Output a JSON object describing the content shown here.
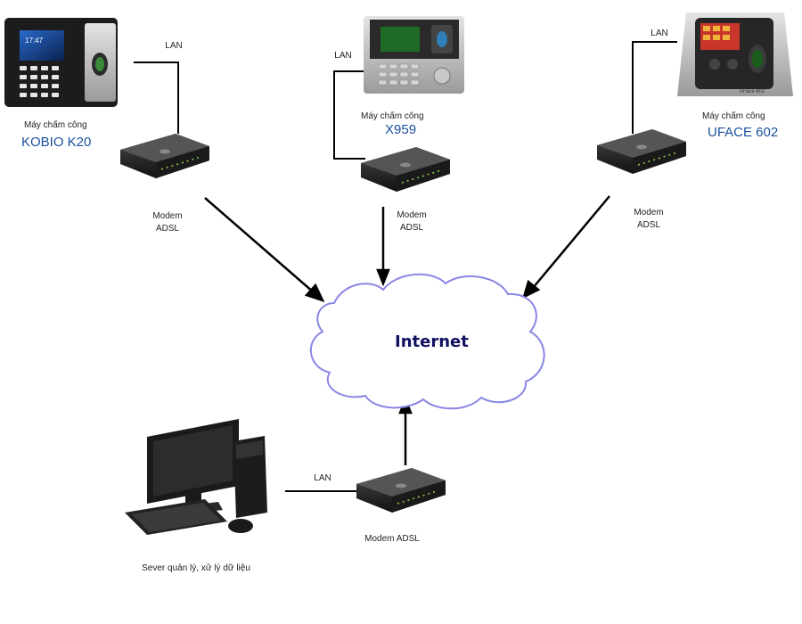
{
  "devices": [
    {
      "caption": "Máy chấm công",
      "name": "KOBIO K20"
    },
    {
      "caption": "Máy chấm công",
      "name": "X959"
    },
    {
      "caption": "Máy chấm công",
      "name": "UFACE 602"
    }
  ],
  "links": {
    "lan": "LAN"
  },
  "modems": [
    {
      "line1": "Modem",
      "line2": "ADSL"
    },
    {
      "line1": "Modem",
      "line2": "ADSL"
    },
    {
      "line1": "Modem",
      "line2": "ADSL"
    },
    {
      "label": "Modem ADSL"
    }
  ],
  "internet": "Internet",
  "server": {
    "label": "Sever quản lý, xử lý dữ liệu"
  },
  "device_screen": {
    "time": "17:47"
  },
  "brand": {
    "uface": "uFace 602"
  },
  "colors": {
    "cloud_stroke": "#8a86e6",
    "device_name": "#1a4f9c",
    "line": "#000000"
  }
}
